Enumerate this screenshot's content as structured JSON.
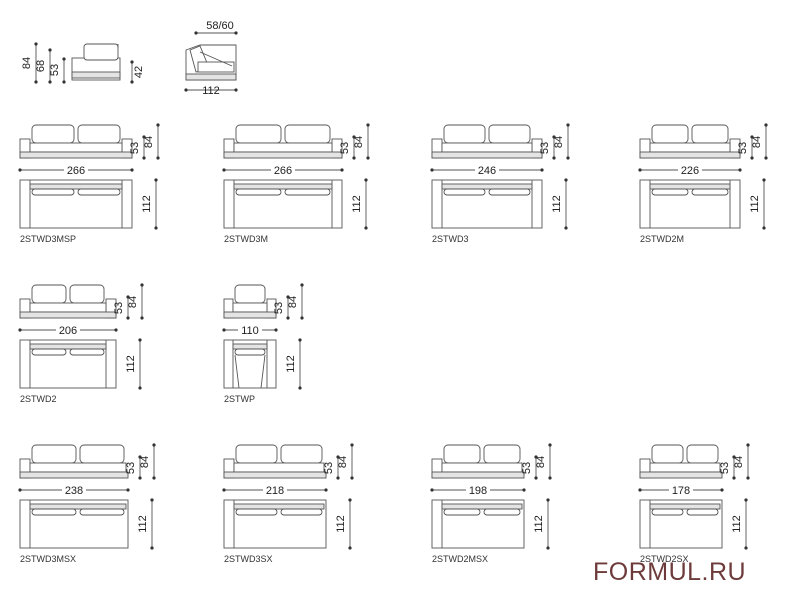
{
  "watermark": "FORMUL.RU",
  "side_views": {
    "front_heights": [
      "84",
      "68",
      "53"
    ],
    "seat_height": "42",
    "depth_top": "58/60",
    "depth": "112"
  },
  "modules": [
    {
      "code": "2STWD3MSP",
      "width": "266",
      "front_seat_h": "53",
      "front_total_h": "84",
      "depth": "112"
    },
    {
      "code": "2STWD3M",
      "width": "266",
      "front_seat_h": "53",
      "front_total_h": "84",
      "depth": "112"
    },
    {
      "code": "2STWD3",
      "width": "246",
      "front_seat_h": "53",
      "front_total_h": "84",
      "depth": "112"
    },
    {
      "code": "2STWD2M",
      "width": "226",
      "front_seat_h": "53",
      "front_total_h": "84",
      "depth": "112"
    },
    {
      "code": "2STWD2",
      "width": "206",
      "front_seat_h": "53",
      "front_total_h": "84",
      "depth": "112"
    },
    {
      "code": "2STWP",
      "width": "110",
      "front_seat_h": "53",
      "front_total_h": "84",
      "depth": "112"
    },
    {
      "code": "2STWD3MSX",
      "width": "238",
      "front_seat_h": "53",
      "front_total_h": "84",
      "depth": "112"
    },
    {
      "code": "2STWD3SX",
      "width": "218",
      "front_seat_h": "53",
      "front_total_h": "84",
      "depth": "112"
    },
    {
      "code": "2STWD2MSX",
      "width": "198",
      "front_seat_h": "53",
      "front_total_h": "84",
      "depth": "112"
    },
    {
      "code": "2STWD2SX",
      "width": "178",
      "front_seat_h": "53",
      "front_total_h": "84",
      "depth": "112"
    }
  ]
}
